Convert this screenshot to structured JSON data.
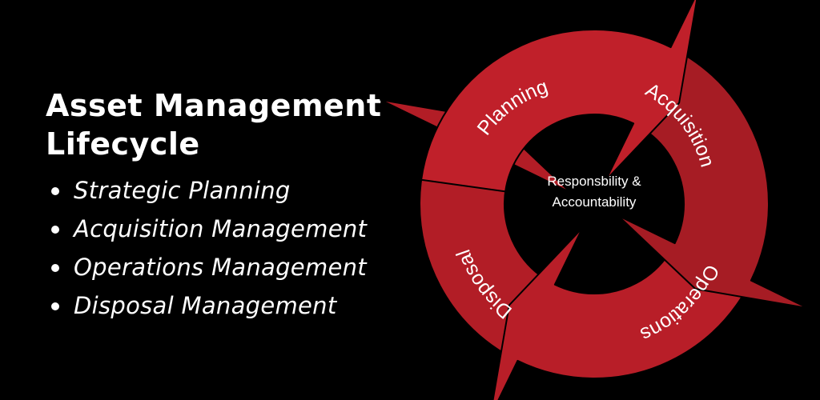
{
  "title_lines": [
    "Asset Management",
    "Lifecycle"
  ],
  "bullets": [
    "Strategic Planning",
    "Acquisition Management",
    "Operations Management",
    "Disposal Management"
  ],
  "diagram": {
    "center_lines": [
      "Responsbility &",
      "Accountability"
    ],
    "segments": [
      {
        "label": "Planning",
        "color": "#c0202a"
      },
      {
        "label": "Acquisition",
        "color": "#a61c24"
      },
      {
        "label": "Operations",
        "color": "#b81e28"
      },
      {
        "label": "Disposal",
        "color": "#b21d26"
      }
    ],
    "stroke_color": "#000000"
  }
}
